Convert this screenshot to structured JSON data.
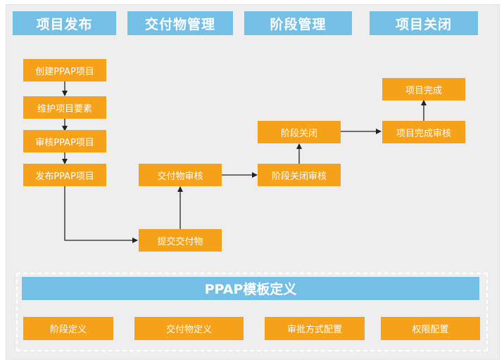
{
  "headers": {
    "release": "项目发布",
    "deliverables": "交付物管理",
    "stage": "阶段管理",
    "close": "项目关闭"
  },
  "steps": {
    "create": "创建PPAP项目",
    "maintain": "维护项目要素",
    "review": "审核PPAP项目",
    "publish": "发布PPAP项目",
    "submit_deliverable": "提交交付物",
    "deliverable_review": "交付物审核",
    "stage_close_review": "阶段关闭审核",
    "stage_close": "阶段关闭",
    "project_complete_review": "项目完成审核",
    "project_complete": "项目完成"
  },
  "template": {
    "title": "PPAP模板定义",
    "items": [
      "阶段定义",
      "交付物定义",
      "审批方式配置",
      "权限配置"
    ]
  },
  "colors": {
    "header_blue": "#74bfe6",
    "box_orange": "#f6a11a",
    "background": "#eeeeee"
  }
}
